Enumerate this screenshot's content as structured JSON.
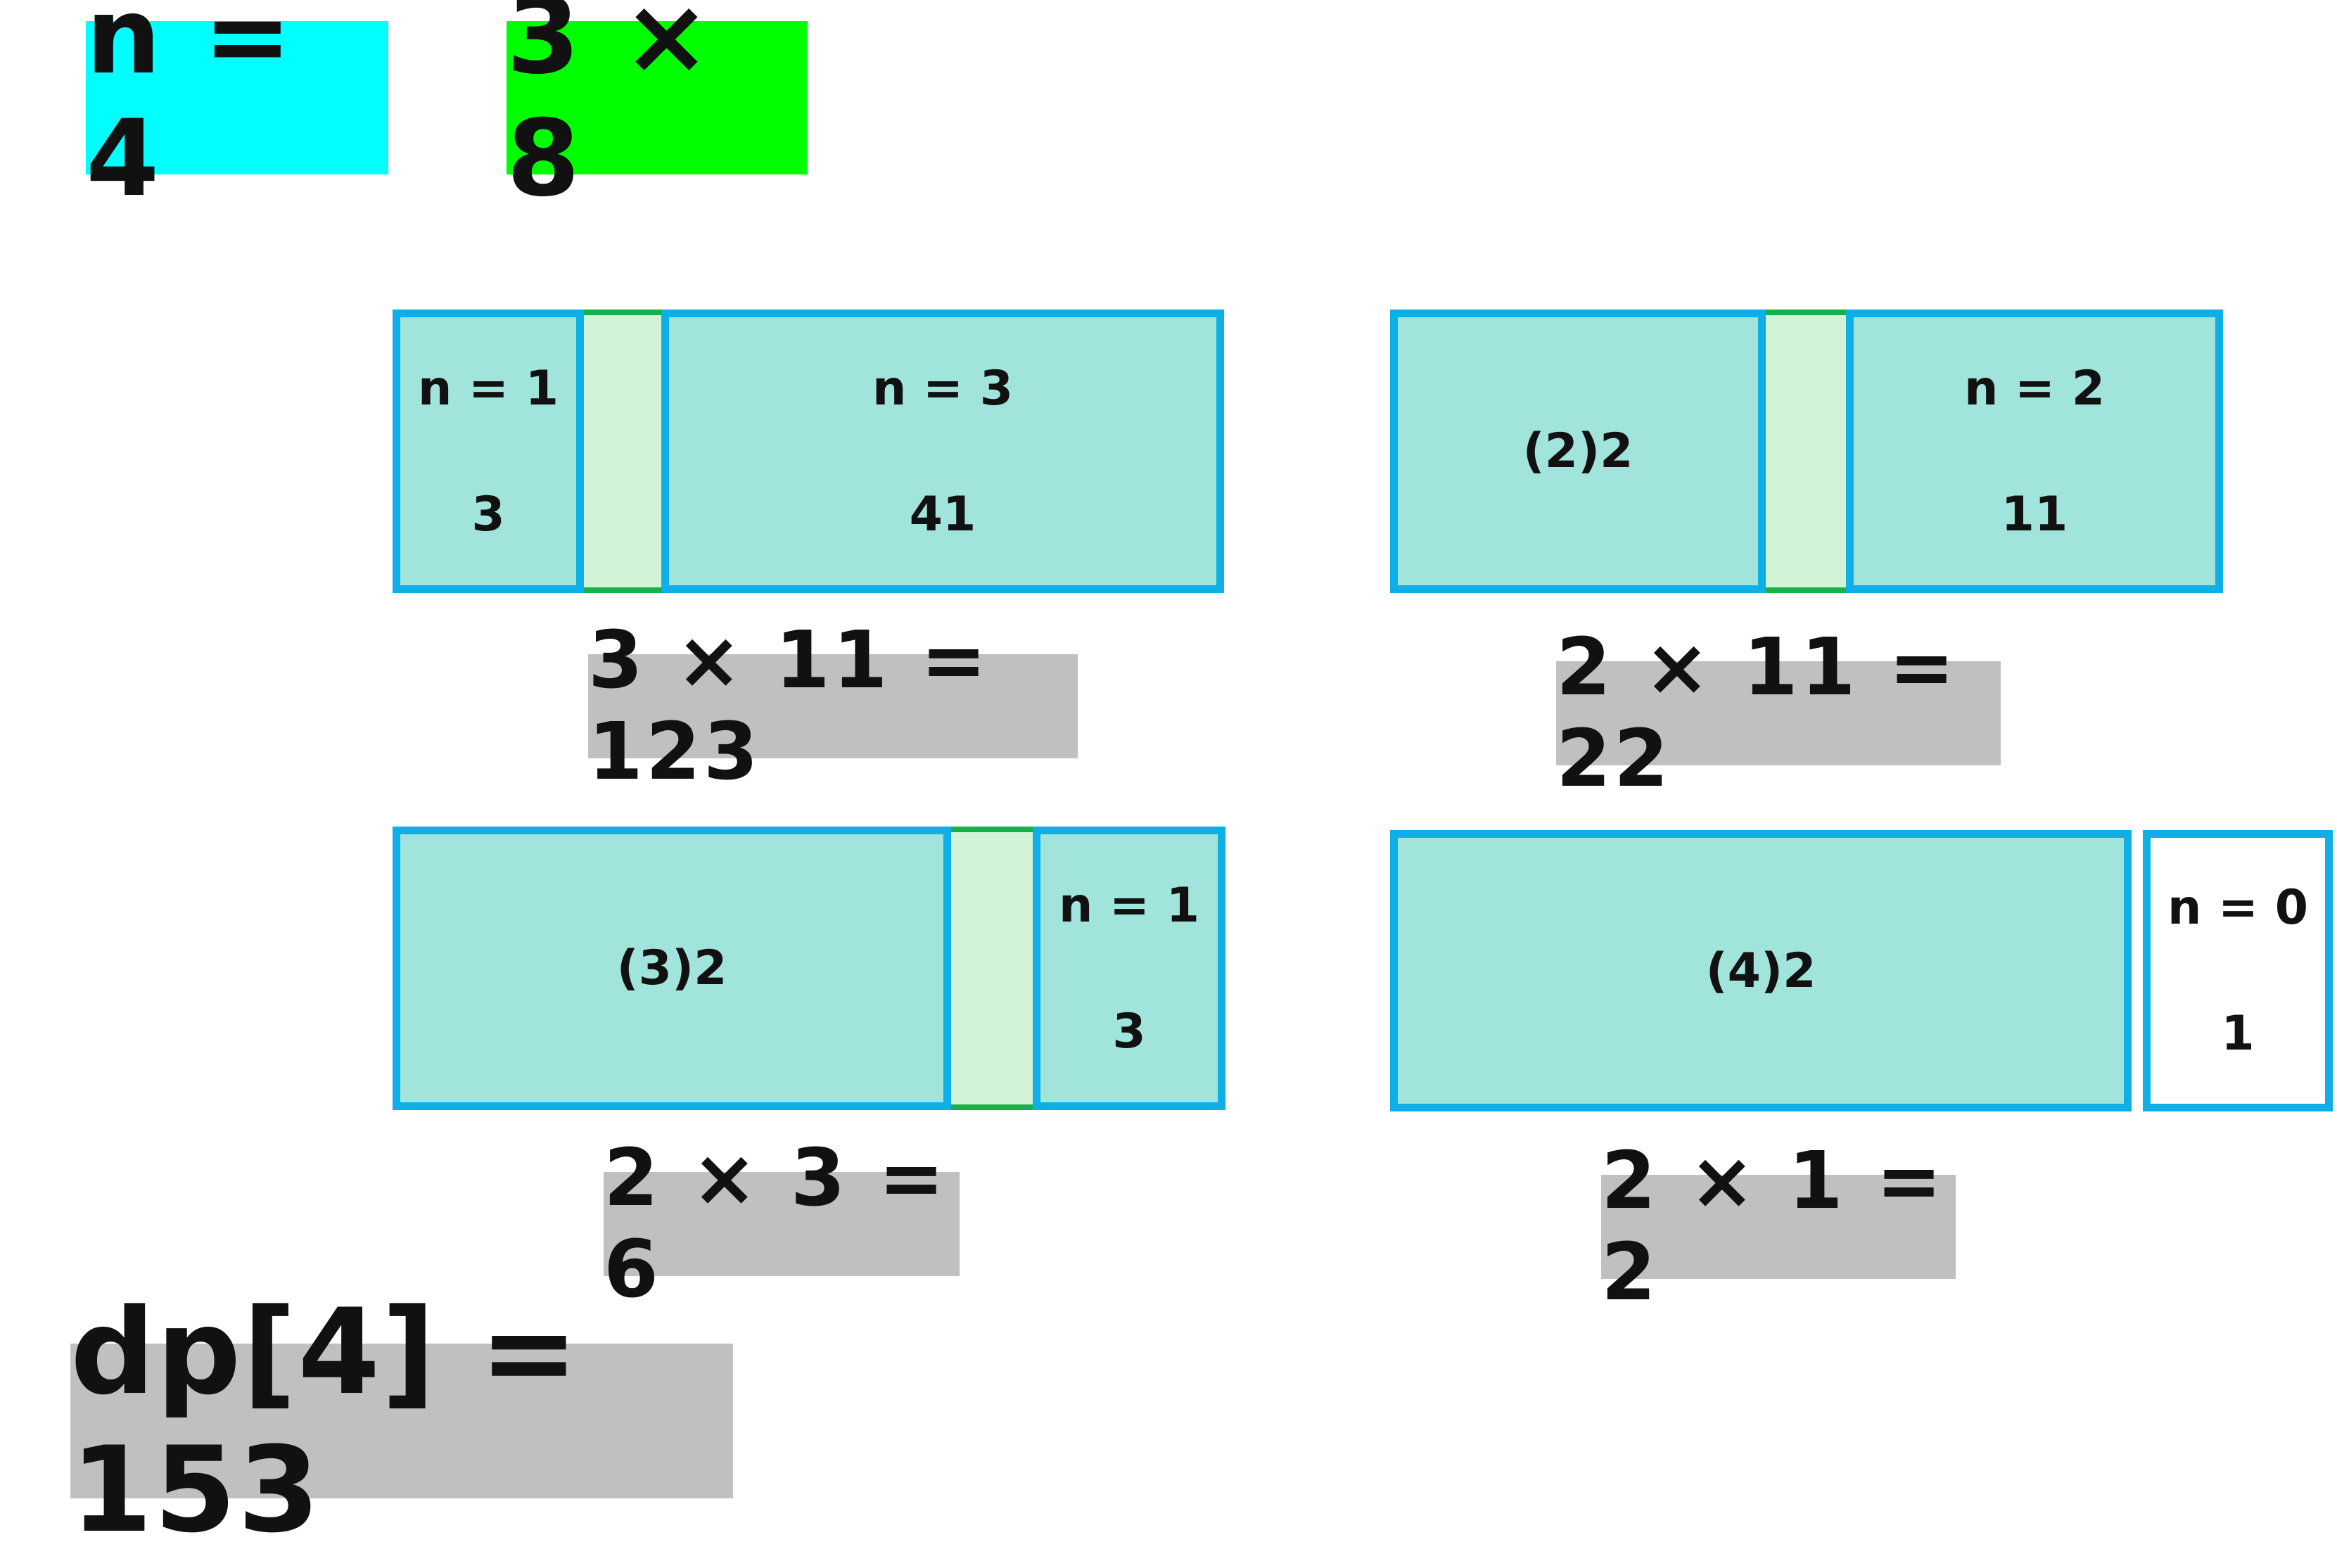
{
  "header": {
    "n_label": "n = 4",
    "board_label": "3 × 8",
    "n_color": "#00ffff",
    "board_color": "#00ff00"
  },
  "panels": [
    {
      "tiles": [
        {
          "label": "n = 1",
          "value": "3"
        },
        {
          "label": "n = 3",
          "value": "41"
        }
      ],
      "equation": "3 × 11 = 123"
    },
    {
      "tiles": [
        {
          "label": "(2)2"
        },
        {
          "label": "n = 2",
          "value": "11"
        }
      ],
      "equation": "2 × 11 = 22"
    },
    {
      "tiles": [
        {
          "label": "(3)2"
        },
        {
          "label": "n = 1",
          "value": "3"
        }
      ],
      "equation": "2 × 3 = 6"
    },
    {
      "tiles": [
        {
          "label": "(4)2"
        },
        {
          "label": "n = 0",
          "value": "1"
        }
      ],
      "equation": "2 × 1 = 2"
    }
  ],
  "result": "dp[4] = 153",
  "colors": {
    "tile_fill": "#a0e4db",
    "tile_border": "#0eaee6",
    "gap_fill": "#d3f3d6",
    "gap_border": "#17b04a",
    "equation_bg": "#c0c0c0"
  }
}
